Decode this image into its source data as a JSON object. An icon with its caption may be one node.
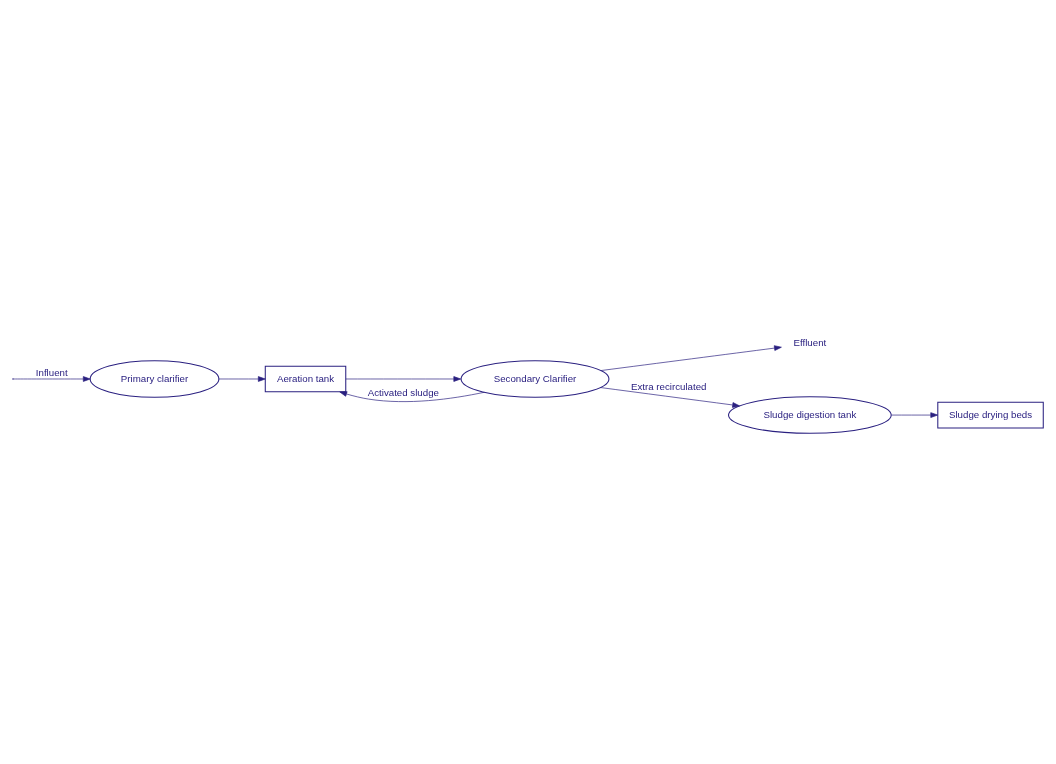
{
  "diagram": {
    "nodes": [
      {
        "text": [
          "Primary clarifier"
        ]
      },
      {
        "text": [
          "Aeration tank"
        ]
      },
      {
        "text": [
          "Secondary Clarifier"
        ]
      },
      {
        "text": [
          "Effluent"
        ]
      },
      {
        "text": [
          "Sludge digestion tank"
        ]
      },
      {
        "text": [
          "Sludge drying beds"
        ]
      }
    ],
    "edges": [
      {
        "from": null,
        "to": 0,
        "label": "Influent",
        "arrow": "to"
      },
      {
        "from": 0,
        "to": 1,
        "arrow": "to"
      },
      {
        "from": 1,
        "to": 2,
        "arrow": "to"
      },
      {
        "from": 2,
        "to": 3,
        "arrow": "to"
      },
      {
        "from": 2,
        "to": 1,
        "label": "Activated sludge",
        "arrow": "to"
      },
      {
        "from": 2,
        "to": 4,
        "label": "Extra recirculated",
        "arrow": "to"
      },
      {
        "from": 4,
        "to": 5,
        "arrow": "to"
      }
    ]
  }
}
